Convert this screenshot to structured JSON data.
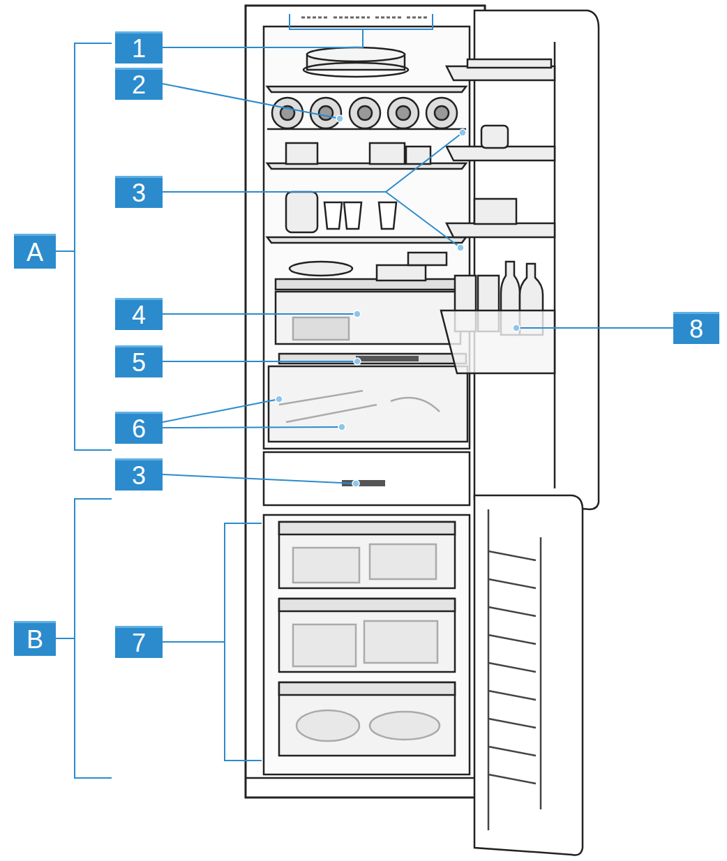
{
  "diagram": {
    "labels": [
      "1",
      "2",
      "3",
      "A",
      "4",
      "8",
      "5",
      "6",
      "3",
      "B",
      "7"
    ]
  }
}
